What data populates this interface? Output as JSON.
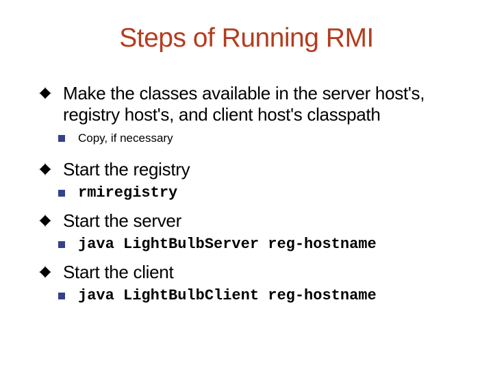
{
  "slide": {
    "title": "Steps of Running RMI",
    "colors": {
      "background": "#FFFFFF",
      "title": "#B43C1E",
      "body_text": "#000000",
      "diamond_edge": "#9E97D0",
      "diamond_center": "#2E1C87",
      "diamond_outline": "#2E2B55",
      "square_bullet": "#36418C"
    },
    "icons": {
      "main_bullet": "diamond-gem-icon",
      "sub_bullet": "small-square-icon"
    },
    "bullets": [
      {
        "label": "Make the classes available in the server host's, registry host's, and client host's classpath",
        "sub": "Copy, if necessary",
        "sub_style": "plain"
      },
      {
        "label": "Start the registry",
        "sub": "rmiregistry",
        "sub_style": "code"
      },
      {
        "label": "Start the server",
        "sub": "java LightBulbServer reg-hostname",
        "sub_style": "code"
      },
      {
        "label": "Start the client",
        "sub": "java LightBulbClient reg-hostname",
        "sub_style": "code"
      }
    ]
  }
}
